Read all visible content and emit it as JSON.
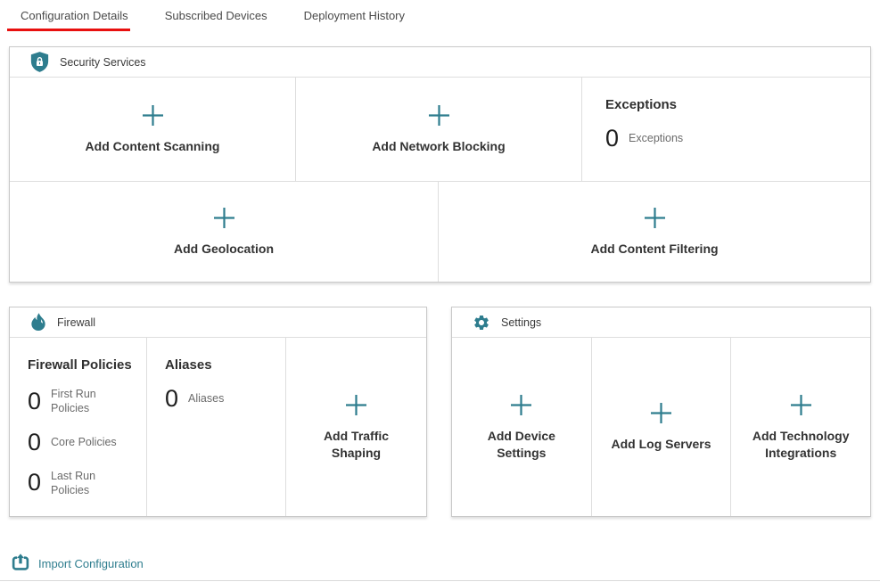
{
  "colors": {
    "accent_teal": "#2e7d8e",
    "active_tab_red": "#e8100f"
  },
  "tabs": [
    {
      "label": "Configuration Details",
      "active": true
    },
    {
      "label": "Subscribed Devices",
      "active": false
    },
    {
      "label": "Deployment History",
      "active": false
    }
  ],
  "security_services": {
    "title": "Security Services",
    "icon": "shield-lock-icon",
    "actions_row1": [
      {
        "label": "Add Content Scanning"
      },
      {
        "label": "Add Network Blocking"
      }
    ],
    "exceptions": {
      "title": "Exceptions",
      "stats": [
        {
          "value": "0",
          "label": "Exceptions"
        }
      ]
    },
    "actions_row2": [
      {
        "label": "Add Geolocation"
      },
      {
        "label": "Add Content Filtering"
      }
    ]
  },
  "firewall": {
    "title": "Firewall",
    "icon": "flame-icon",
    "policies": {
      "title": "Firewall Policies",
      "stats": [
        {
          "value": "0",
          "label": "First Run Policies"
        },
        {
          "value": "0",
          "label": "Core Policies"
        },
        {
          "value": "0",
          "label": "Last Run Policies"
        }
      ]
    },
    "aliases": {
      "title": "Aliases",
      "stats": [
        {
          "value": "0",
          "label": "Aliases"
        }
      ]
    },
    "action": {
      "label": "Add Traffic Shaping"
    }
  },
  "settings": {
    "title": "Settings",
    "icon": "gear-icon",
    "actions": [
      {
        "label": "Add Device Settings"
      },
      {
        "label": "Add Log Servers"
      },
      {
        "label": "Add Technology Integrations"
      }
    ]
  },
  "footer": {
    "import_label": "Import Configuration"
  }
}
